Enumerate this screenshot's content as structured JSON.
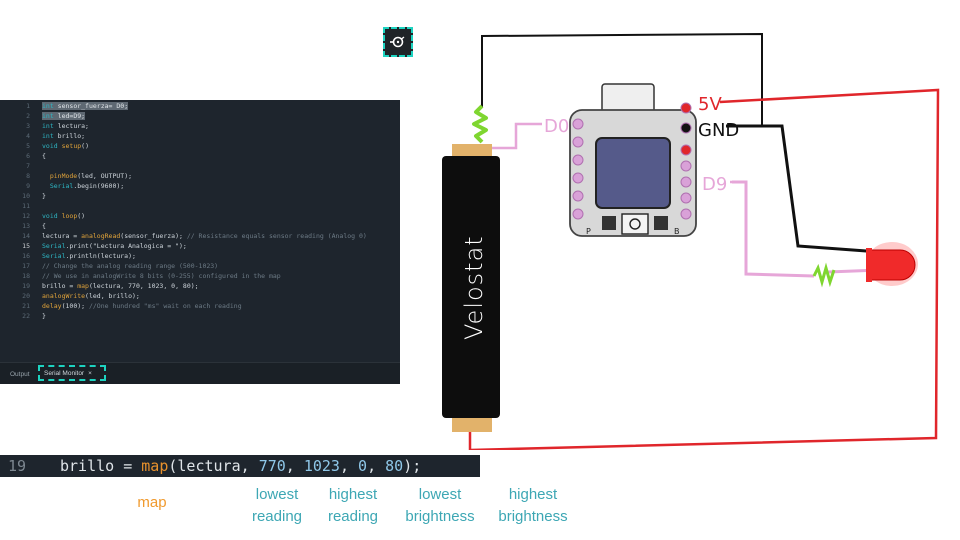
{
  "ide": {
    "lines": [
      {
        "n": "1",
        "code": "int sensor_fuerza= D0;"
      },
      {
        "n": "2",
        "code": "int led=D9;"
      },
      {
        "n": "3",
        "code": "int lectura;"
      },
      {
        "n": "4",
        "code": "int brillo;"
      },
      {
        "n": "5",
        "code": "void setup()"
      },
      {
        "n": "6",
        "code": "{"
      },
      {
        "n": "7",
        "code": ""
      },
      {
        "n": "8",
        "code": "  pinMode(led, OUTPUT);"
      },
      {
        "n": "9",
        "code": "  Serial.begin(9600);"
      },
      {
        "n": "10",
        "code": "}"
      },
      {
        "n": "11",
        "code": ""
      },
      {
        "n": "12",
        "code": "void loop()"
      },
      {
        "n": "13",
        "code": "{"
      },
      {
        "n": "14",
        "code": "lectura = analogRead(sensor_fuerza); // Resistance equals sensor reading (Analog 0)"
      },
      {
        "n": "15",
        "code": "Serial.print(\"Lectura Analogica = \");"
      },
      {
        "n": "16",
        "code": "Serial.println(lectura);"
      },
      {
        "n": "17",
        "code": "// Change the analog reading range (500-1023)"
      },
      {
        "n": "18",
        "code": "// We use in analogWrite 8 bits (0-255) configured in the map"
      },
      {
        "n": "19",
        "code": "brillo = map(lectura, 770, 1023, 0, 80);"
      },
      {
        "n": "20",
        "code": "analogWrite(led, brillo);"
      },
      {
        "n": "21",
        "code": "delay(100); //One hundred \"ms\" wait on each reading"
      },
      {
        "n": "22",
        "code": "}"
      }
    ],
    "tabs": {
      "output": "Output",
      "serial_monitor": "Serial Monitor",
      "close": "×"
    }
  },
  "zoom": {
    "line_number": "19",
    "code": "brillo = map(lectura, 770, 1023, 0, 80);"
  },
  "annotations": {
    "map": "map",
    "lowest_reading": [
      "lowest",
      "reading"
    ],
    "highest_reading": [
      "highest",
      "reading"
    ],
    "lowest_brightness": [
      "lowest",
      "brightness"
    ],
    "highest_brightness": [
      "highest",
      "brightness"
    ]
  },
  "circuit": {
    "sensor_label": "Velostat",
    "pin_d0": "D0",
    "pin_5v": "5V",
    "pin_gnd": "GND",
    "pin_d9": "D9",
    "board_pin_left": "P",
    "board_pin_right": "B"
  },
  "colors": {
    "accent": "#1dd3c0",
    "map_orange": "#f09a2e",
    "label_teal": "#3da7b4",
    "wire_red": "#e0262b",
    "wire_pink": "#e6a6d8",
    "led_red": "#f02a2a",
    "resistor_green": "#7fd630"
  },
  "icons": {
    "serial_monitor_button": "serial-monitor-icon"
  }
}
